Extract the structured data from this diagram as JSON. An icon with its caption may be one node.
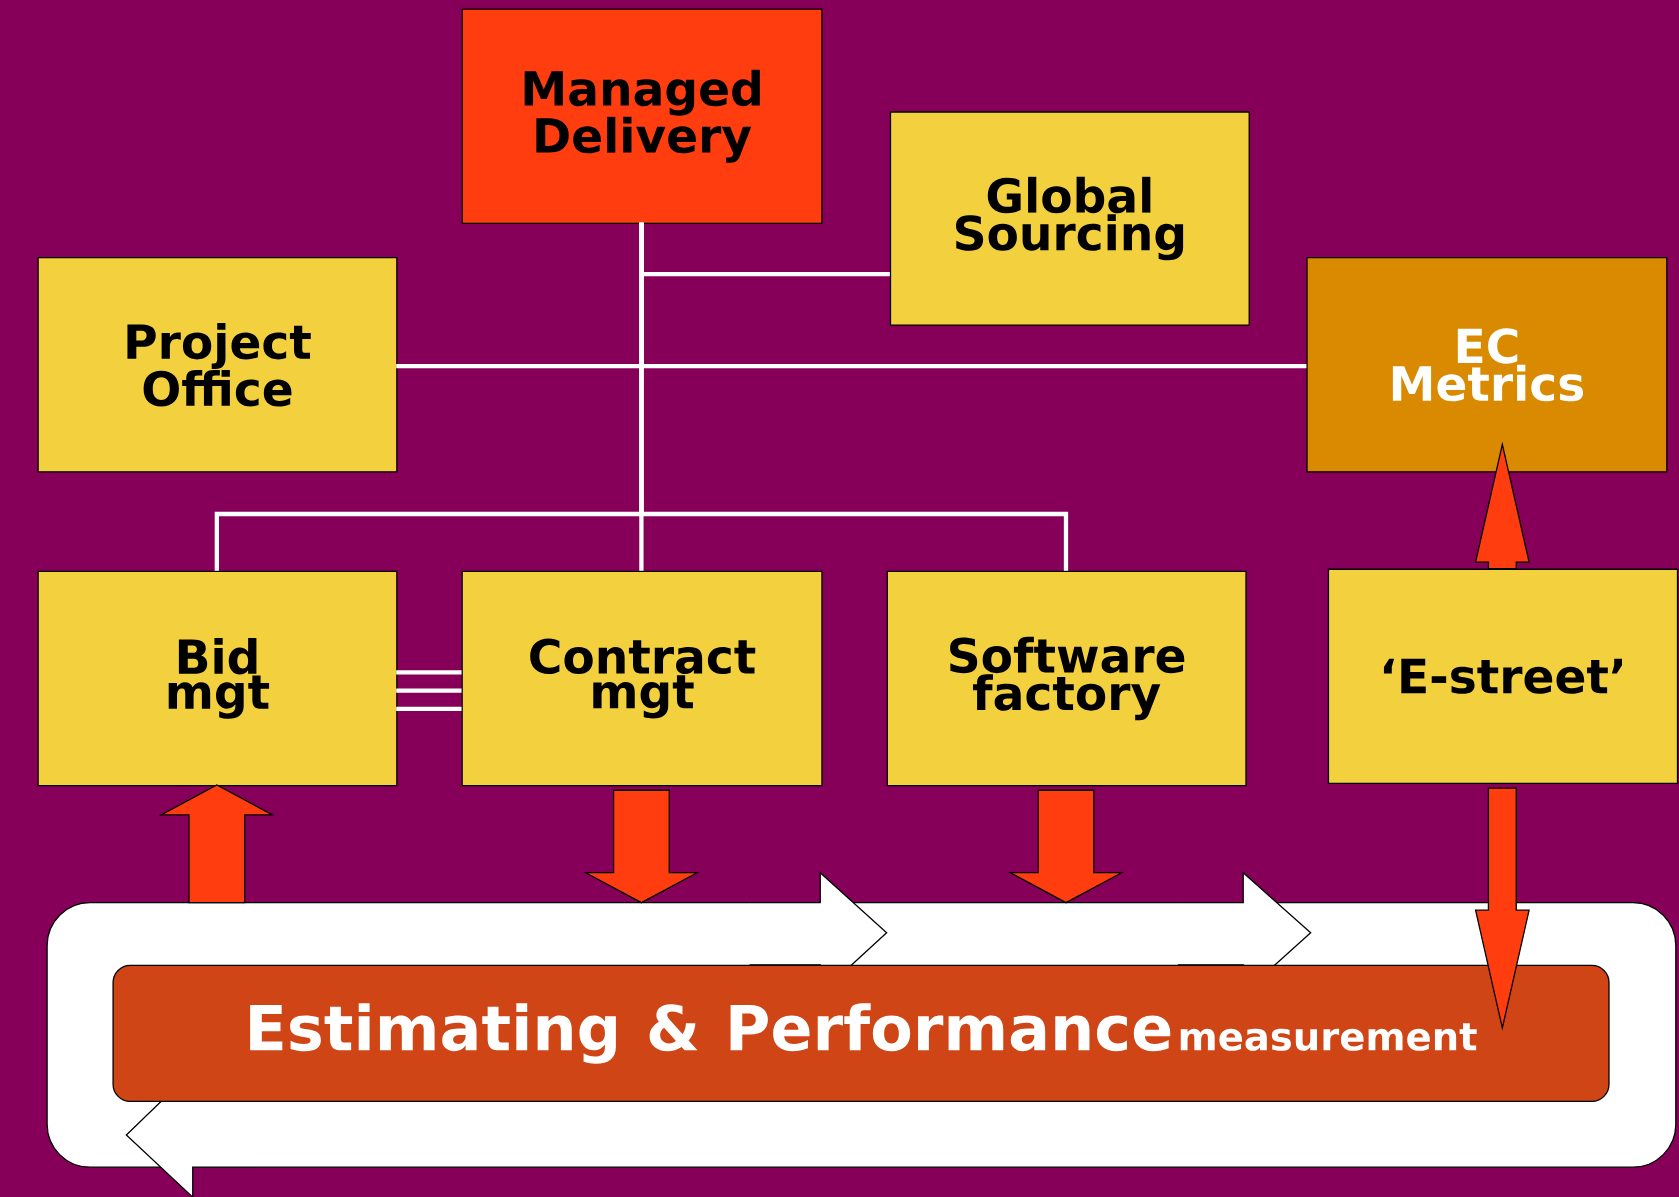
{
  "diagram": {
    "nodes": [
      {
        "text": [
          "Managed Delivery"
        ]
      },
      {
        "text": [
          "Global Sourcing"
        ]
      },
      {
        "text": [
          "Project Office"
        ]
      },
      {
        "text": [
          "EC Metrics"
        ]
      },
      {
        "text": [
          "Bid mgt"
        ]
      },
      {
        "text": [
          "Contract mgt"
        ]
      },
      {
        "text": [
          "Software factory"
        ]
      },
      {
        "text": [
          "‘E-street’"
        ]
      },
      {
        "text": [
          "Estimating & Performance",
          "measurement"
        ]
      }
    ],
    "edges": [
      {
        "from": 0,
        "to": 1,
        "arrow": "none"
      },
      {
        "from": 0,
        "to": 2,
        "arrow": "none"
      },
      {
        "from": 0,
        "to": 3,
        "arrow": "none"
      },
      {
        "from": 0,
        "to": 4,
        "arrow": "none"
      },
      {
        "from": 0,
        "to": 5,
        "arrow": "none"
      },
      {
        "from": 0,
        "to": 6,
        "arrow": "none"
      },
      {
        "from": 4,
        "to": 5,
        "arrow": "none"
      },
      {
        "from": 8,
        "to": 4,
        "arrow": "to",
        "style": "thick",
        "color": "#ff3d0f"
      },
      {
        "from": 5,
        "to": 8,
        "arrow": "to",
        "style": "thick",
        "color": "#ff3d0f"
      },
      {
        "from": 6,
        "to": 8,
        "arrow": "to",
        "style": "thick",
        "color": "#ff3d0f"
      },
      {
        "from": 7,
        "to": 3,
        "arrow": "to",
        "style": "thick",
        "color": "#ff3d0f"
      },
      {
        "from": 7,
        "to": 8,
        "arrow": "to",
        "style": "thick",
        "color": "#ff3d0f"
      }
    ]
  }
}
